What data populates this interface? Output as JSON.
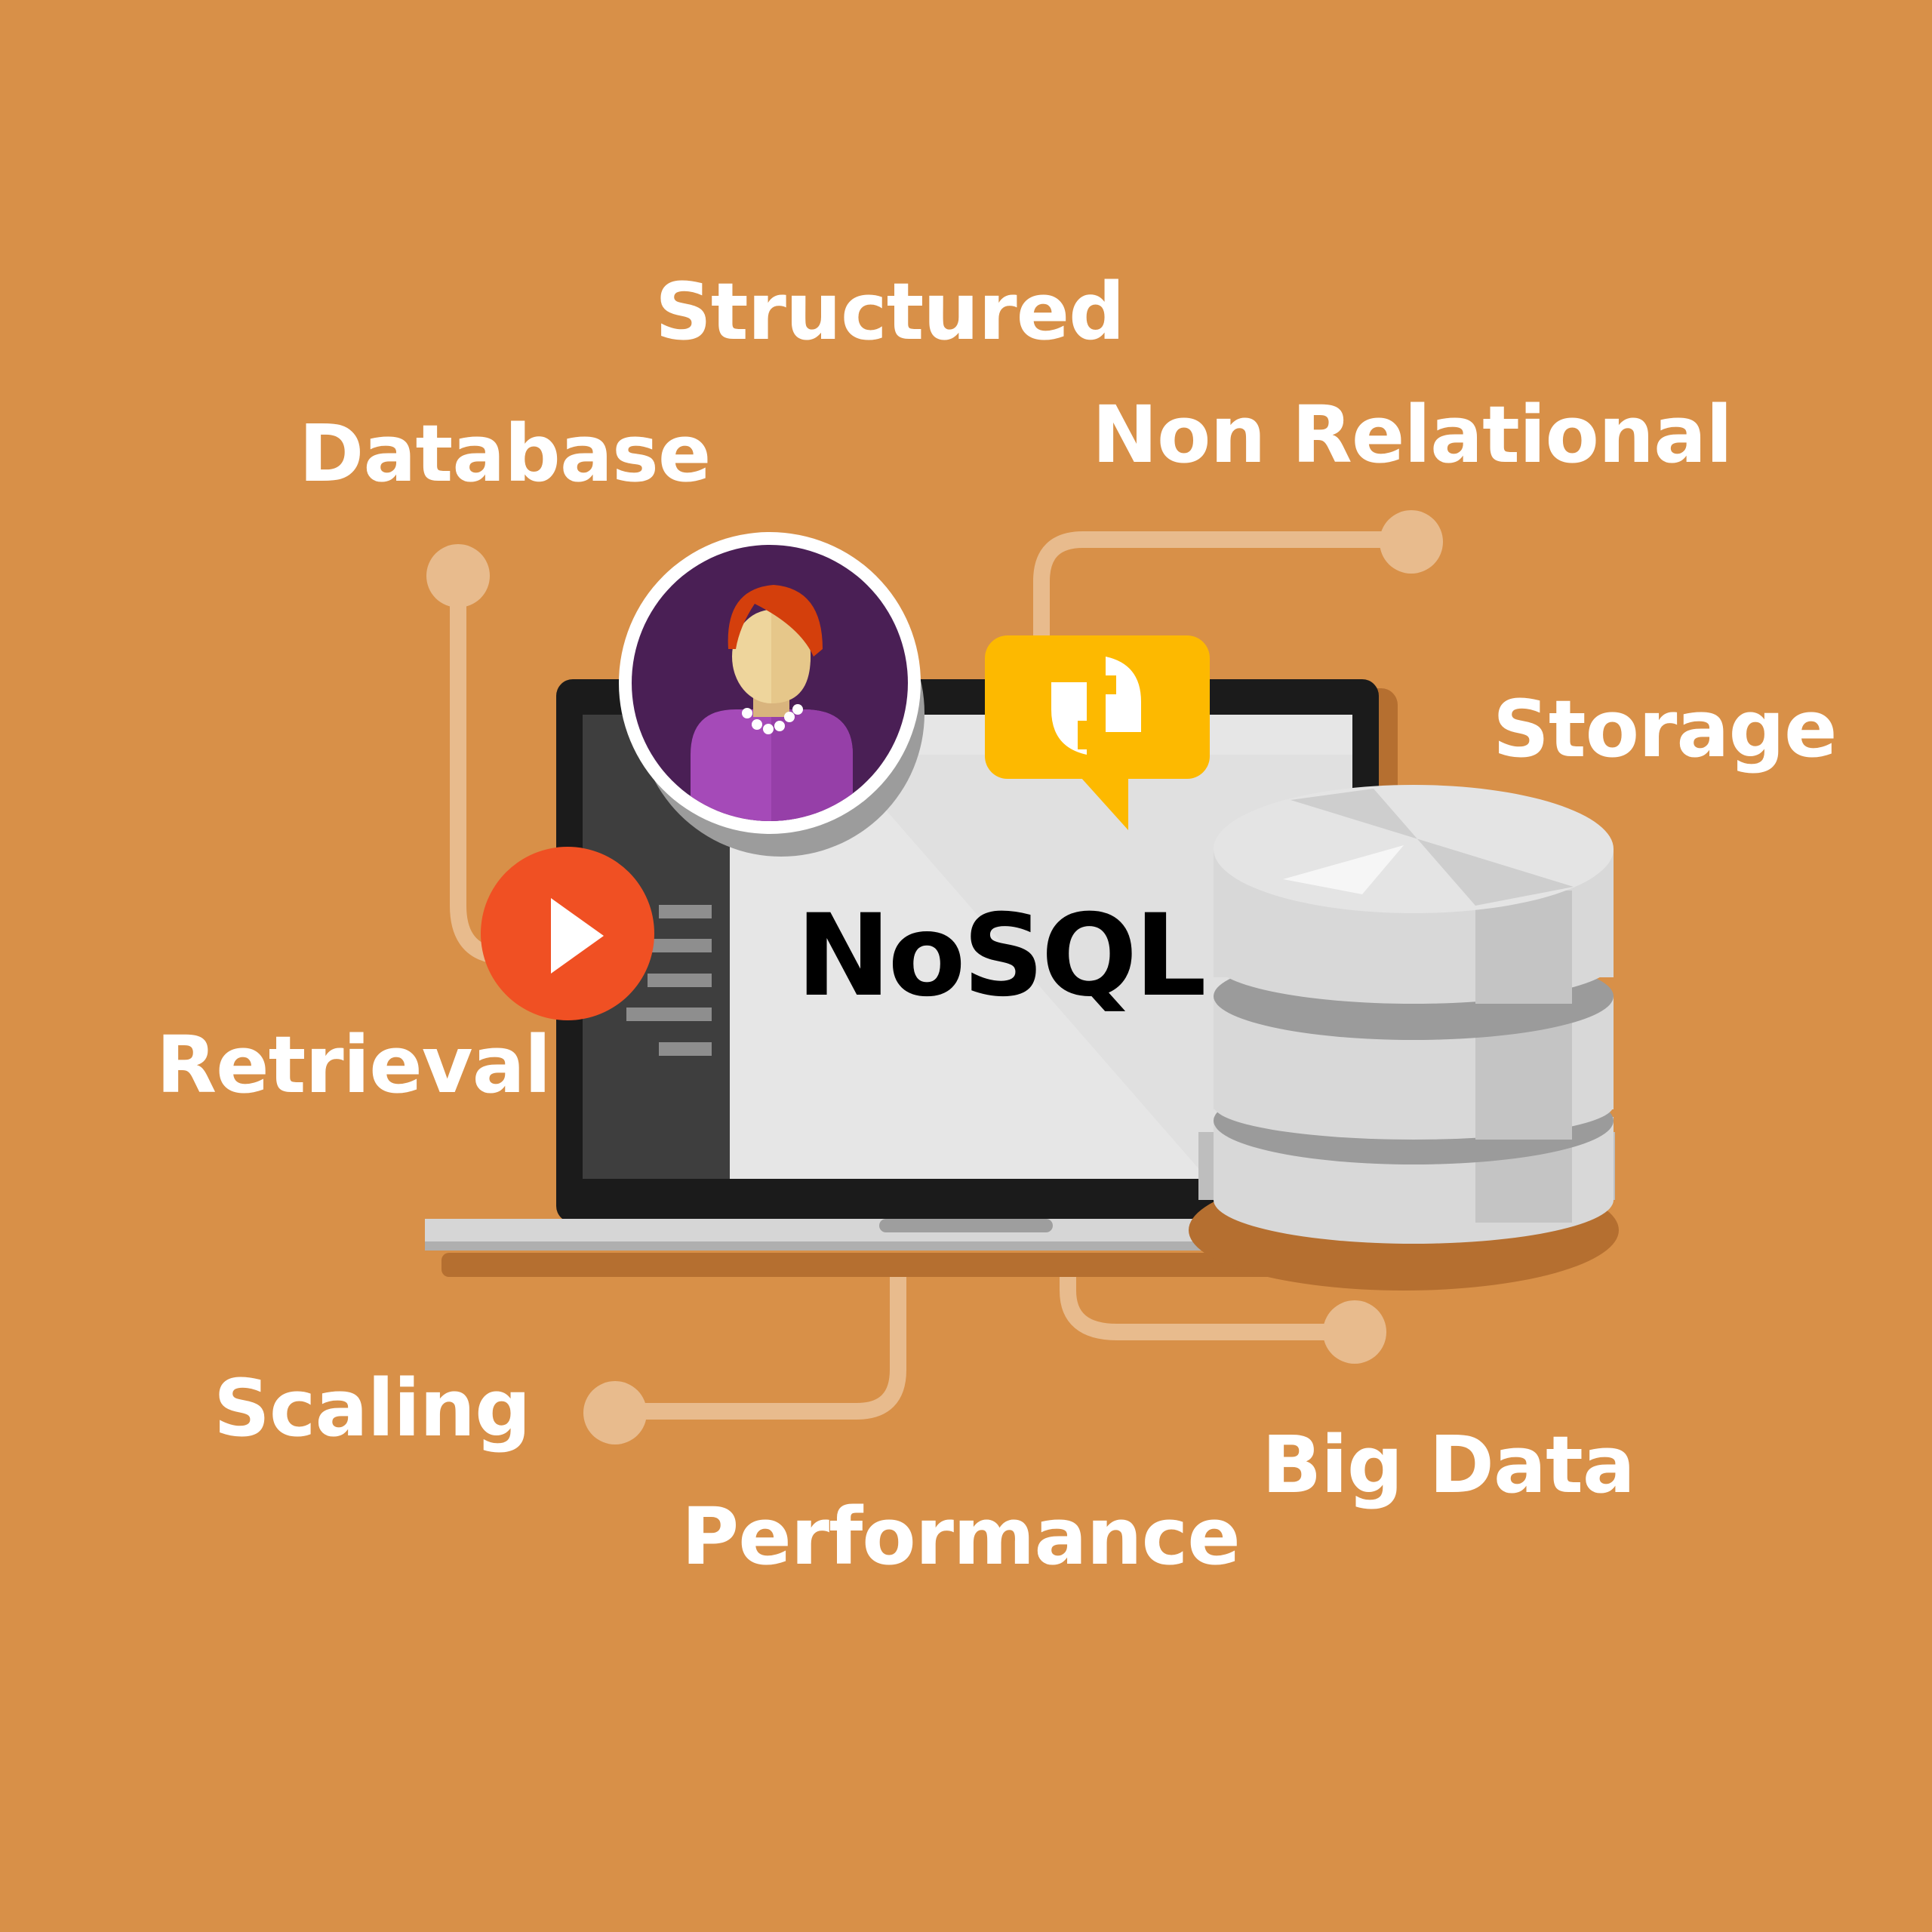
{
  "title": "NoSQL",
  "labels": {
    "structured": "Structured",
    "database": "Database",
    "non_relational": "Non Relational",
    "storage": "Storage",
    "retrieval": "Retrieval",
    "scaling": "Scaling",
    "performance": "Performance",
    "big_data": "Big Data"
  },
  "colors": {
    "background": "#D89048",
    "connector": "#E8BB8D",
    "laptop_frame": "#1B1B1B",
    "screen": "#E6E6E6",
    "sidebar": "#3E3E3E",
    "avatar_bg": "#4A1F55",
    "shirt": "#A54AB8",
    "hair": "#D43F0C",
    "play_button": "#F05023",
    "chat_bubble": "#FDB900",
    "database": "#D8D8D8"
  },
  "icons": [
    "avatar-icon",
    "play-icon",
    "chat-bubble-icon",
    "database-icon",
    "laptop-icon"
  ]
}
